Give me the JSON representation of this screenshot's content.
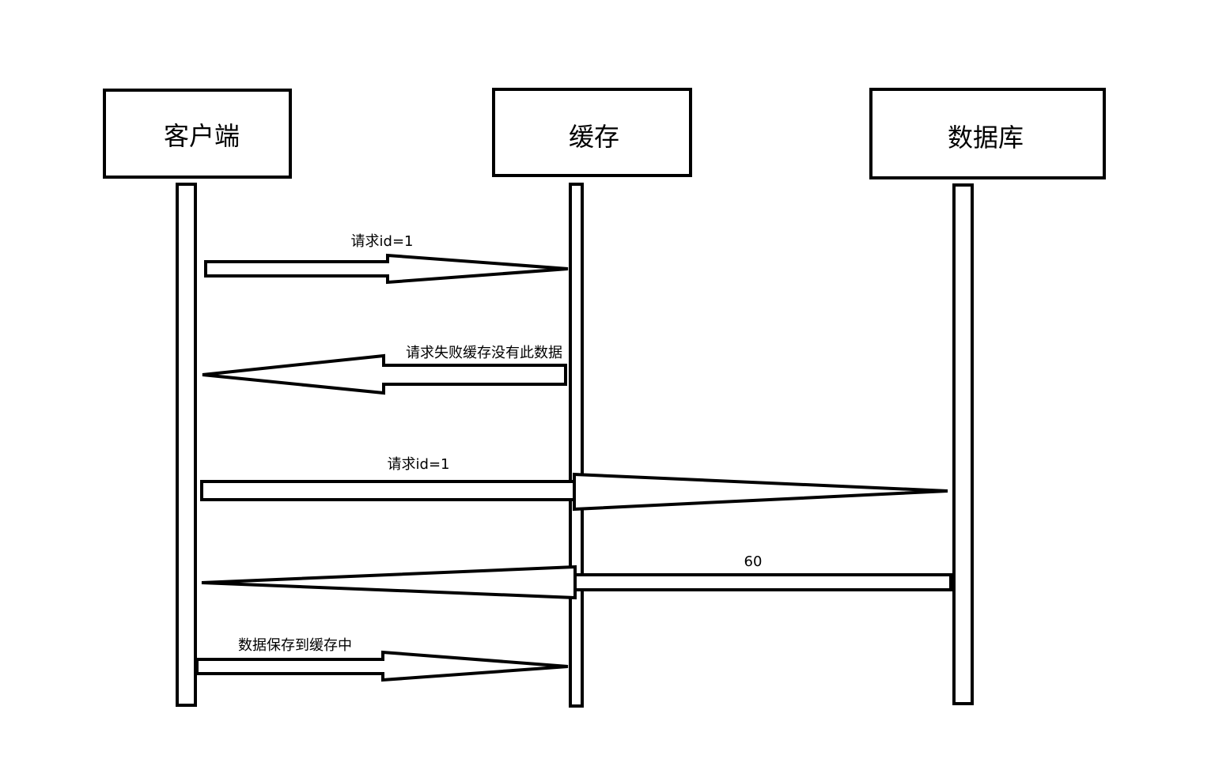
{
  "diagram": {
    "participants": {
      "client": "客户端",
      "cache": "缓存",
      "database": "数据库"
    },
    "messages": {
      "m1": "请求id=1",
      "m2": "请求失败缓存没有此数据",
      "m3": "请求id=1",
      "m4": "60",
      "m5": "数据保存到缓存中"
    }
  },
  "colors": {
    "stroke": "#000000",
    "fill": "#ffffff"
  }
}
